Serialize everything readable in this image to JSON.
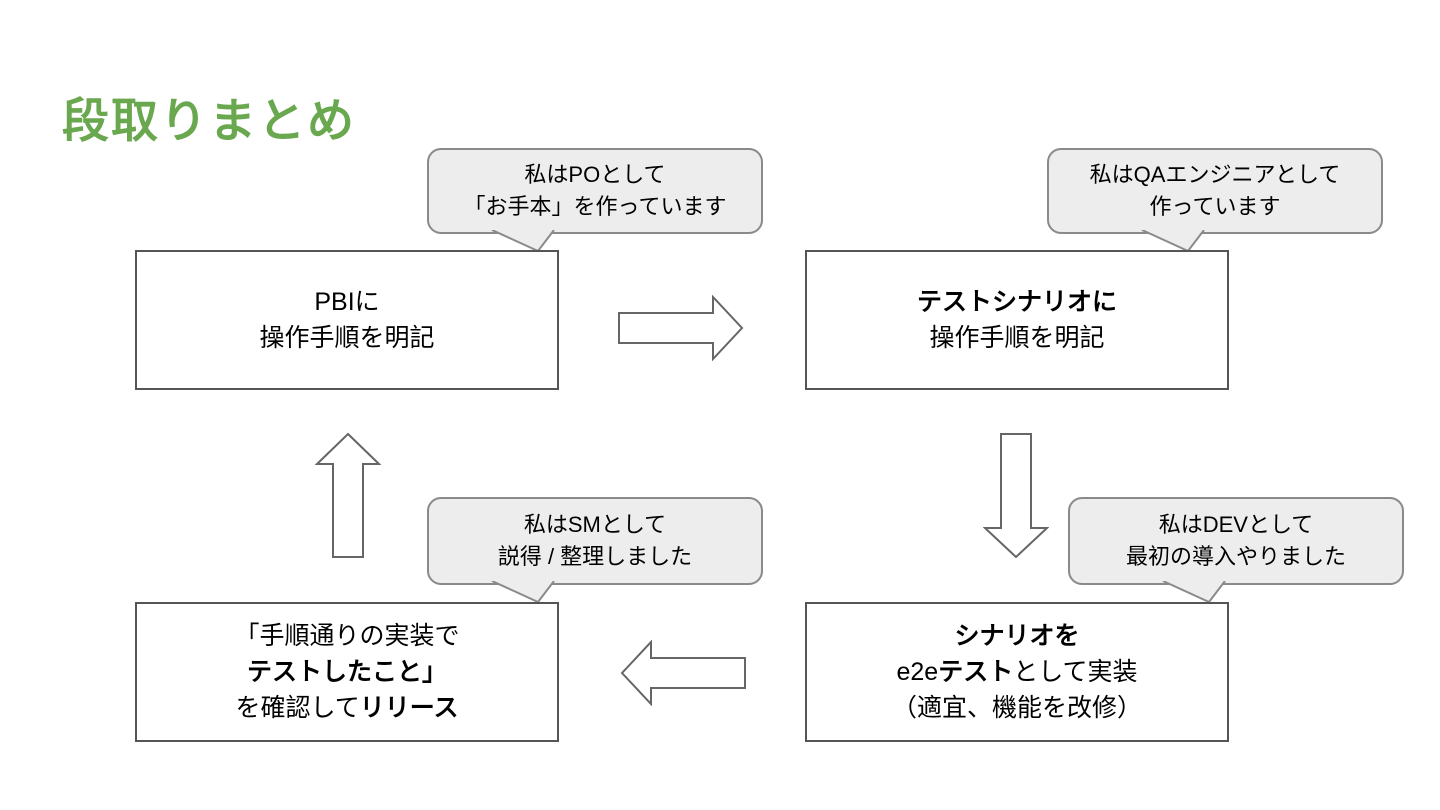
{
  "slide": {
    "title": "段取りまとめ"
  },
  "colors": {
    "title_green": "#6aa84f",
    "callout_fill": "#ededed",
    "callout_border": "#8a8a8a",
    "box_border": "#555555",
    "arrow_stroke": "#666666"
  },
  "callouts": {
    "po": {
      "line1": "私はPOとして",
      "line2": "「お手本」を作っています"
    },
    "qa": {
      "line1": "私はQAエンジニアとして",
      "line2": "作っています"
    },
    "sm": {
      "line1": "私はSMとして",
      "line2": "説得 / 整理しました"
    },
    "dev": {
      "line1": "私はDEVとして",
      "line2": "最初の導入やりました"
    }
  },
  "boxes": {
    "pbi": {
      "line1": "PBIに",
      "line2": "操作手順を明記"
    },
    "scenario": {
      "line1": "テストシナリオに",
      "line2": "操作手順を明記"
    },
    "implement": {
      "line1": "シナリオを",
      "line2_pre": "e2e",
      "line2_bold": "テスト",
      "line2_post": "として実装",
      "line3": "（適宜、機能を改修）"
    },
    "release": {
      "line1": "「手順通りの実装で",
      "line2": "テストしたこと」",
      "line3_pre": "を確認して",
      "line3_bold": "リリース"
    }
  },
  "icons": {
    "flow_arrows": [
      "arrow-right",
      "arrow-down",
      "arrow-left",
      "arrow-up"
    ],
    "callout_tail": "speech-tail"
  }
}
